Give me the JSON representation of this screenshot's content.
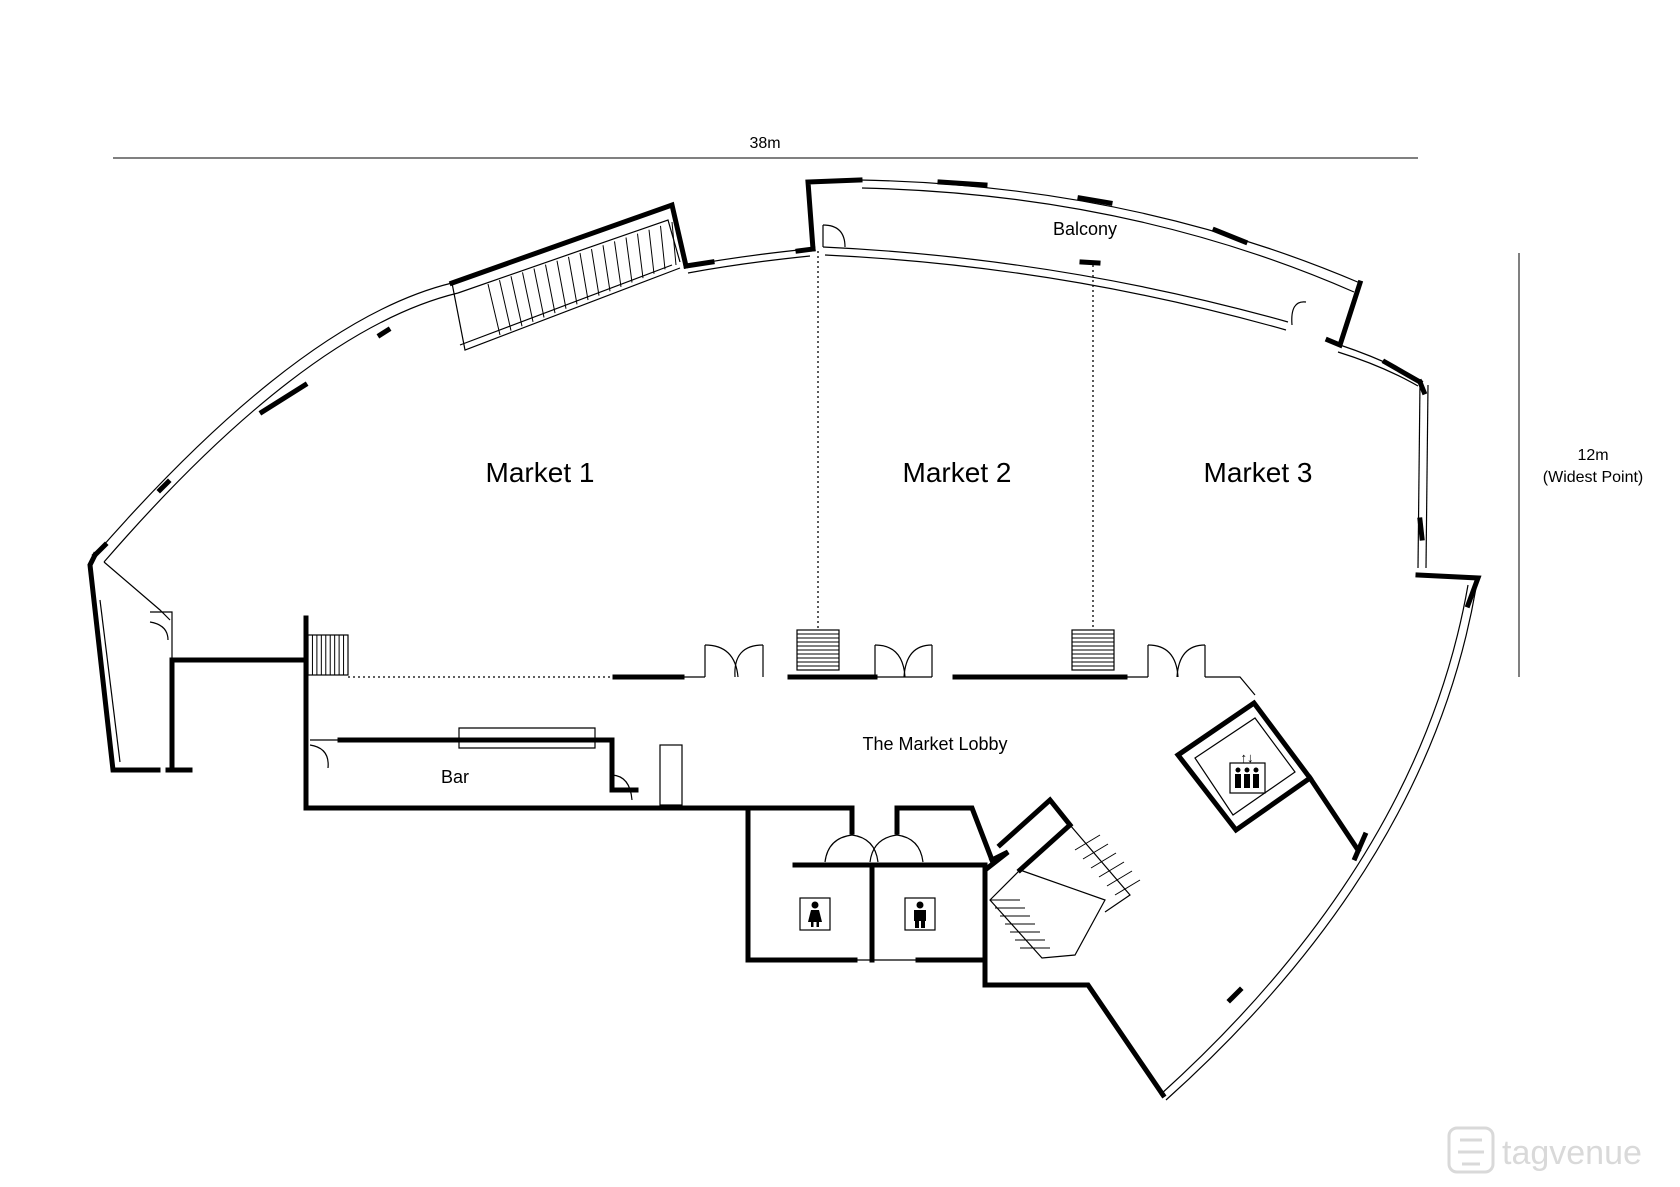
{
  "dimensions": {
    "width": "38m",
    "height": "12m",
    "height_note": "(Widest Point)"
  },
  "rooms": {
    "market1": "Market 1",
    "market2": "Market 2",
    "market3": "Market 3",
    "balcony": "Balcony",
    "lobby": "The Market Lobby",
    "bar": "Bar"
  },
  "icons": {
    "female_toilet": "female-toilet-icon",
    "male_toilet": "male-toilet-icon",
    "lift": "lift-icon"
  },
  "watermark": {
    "brand": "tagvenue"
  }
}
